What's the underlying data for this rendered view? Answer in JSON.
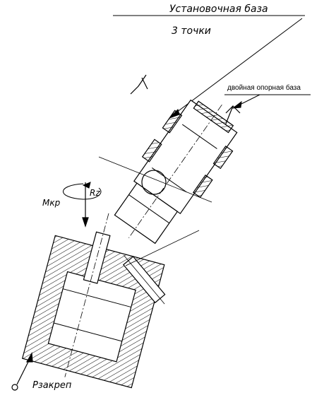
{
  "labels": {
    "base_title": "Установочная база",
    "base_points": "3 точки",
    "double_base": "двойная опорная база",
    "rz": "Rz",
    "mkr": "Мкр",
    "clamp": "Рзакреп"
  }
}
